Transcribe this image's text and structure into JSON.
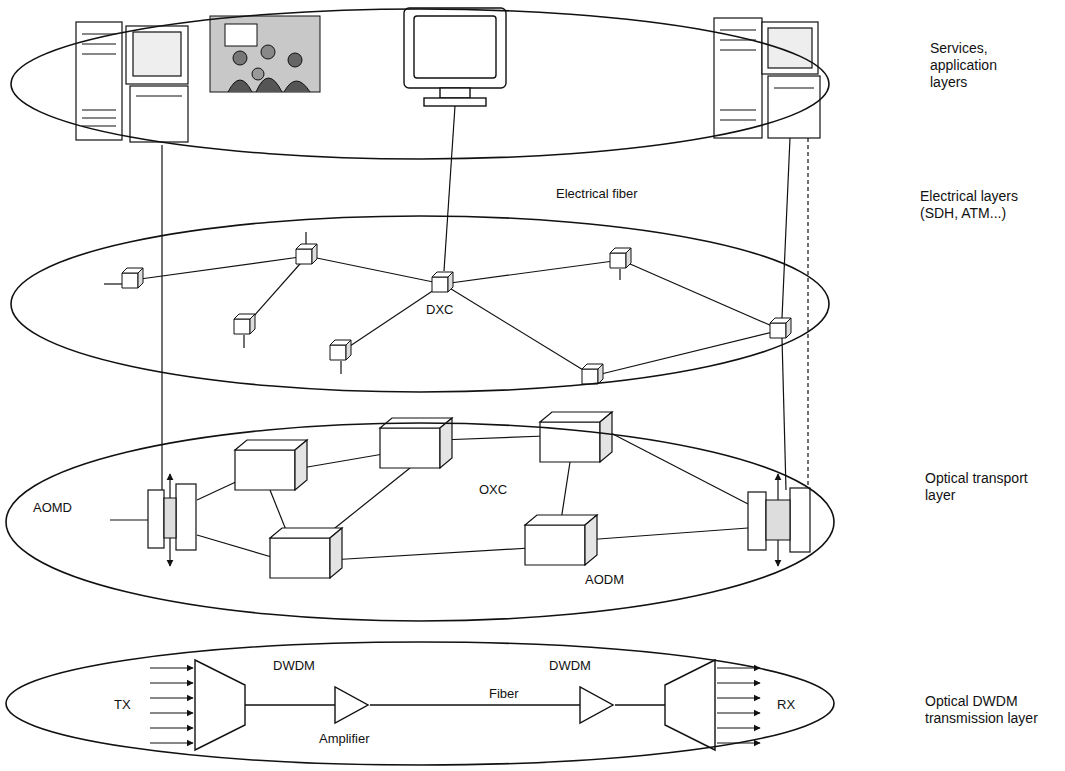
{
  "diagram": {
    "nodes": [
      {
        "text": [
          "Services, application layers"
        ]
      },
      {
        "text": [
          "Electrical layers (SDH, ATM...)"
        ]
      },
      {
        "text": [
          "Optical transport layer"
        ]
      },
      {
        "text": [
          "Optical DWDM transmission layer"
        ]
      }
    ],
    "labels": [
      "Electrical fiber",
      "DXC",
      "AOMD",
      "OXC",
      "AODM",
      "TX",
      "DWDM",
      "Amplifier",
      "Fiber",
      "DWDM",
      "RX"
    ]
  }
}
